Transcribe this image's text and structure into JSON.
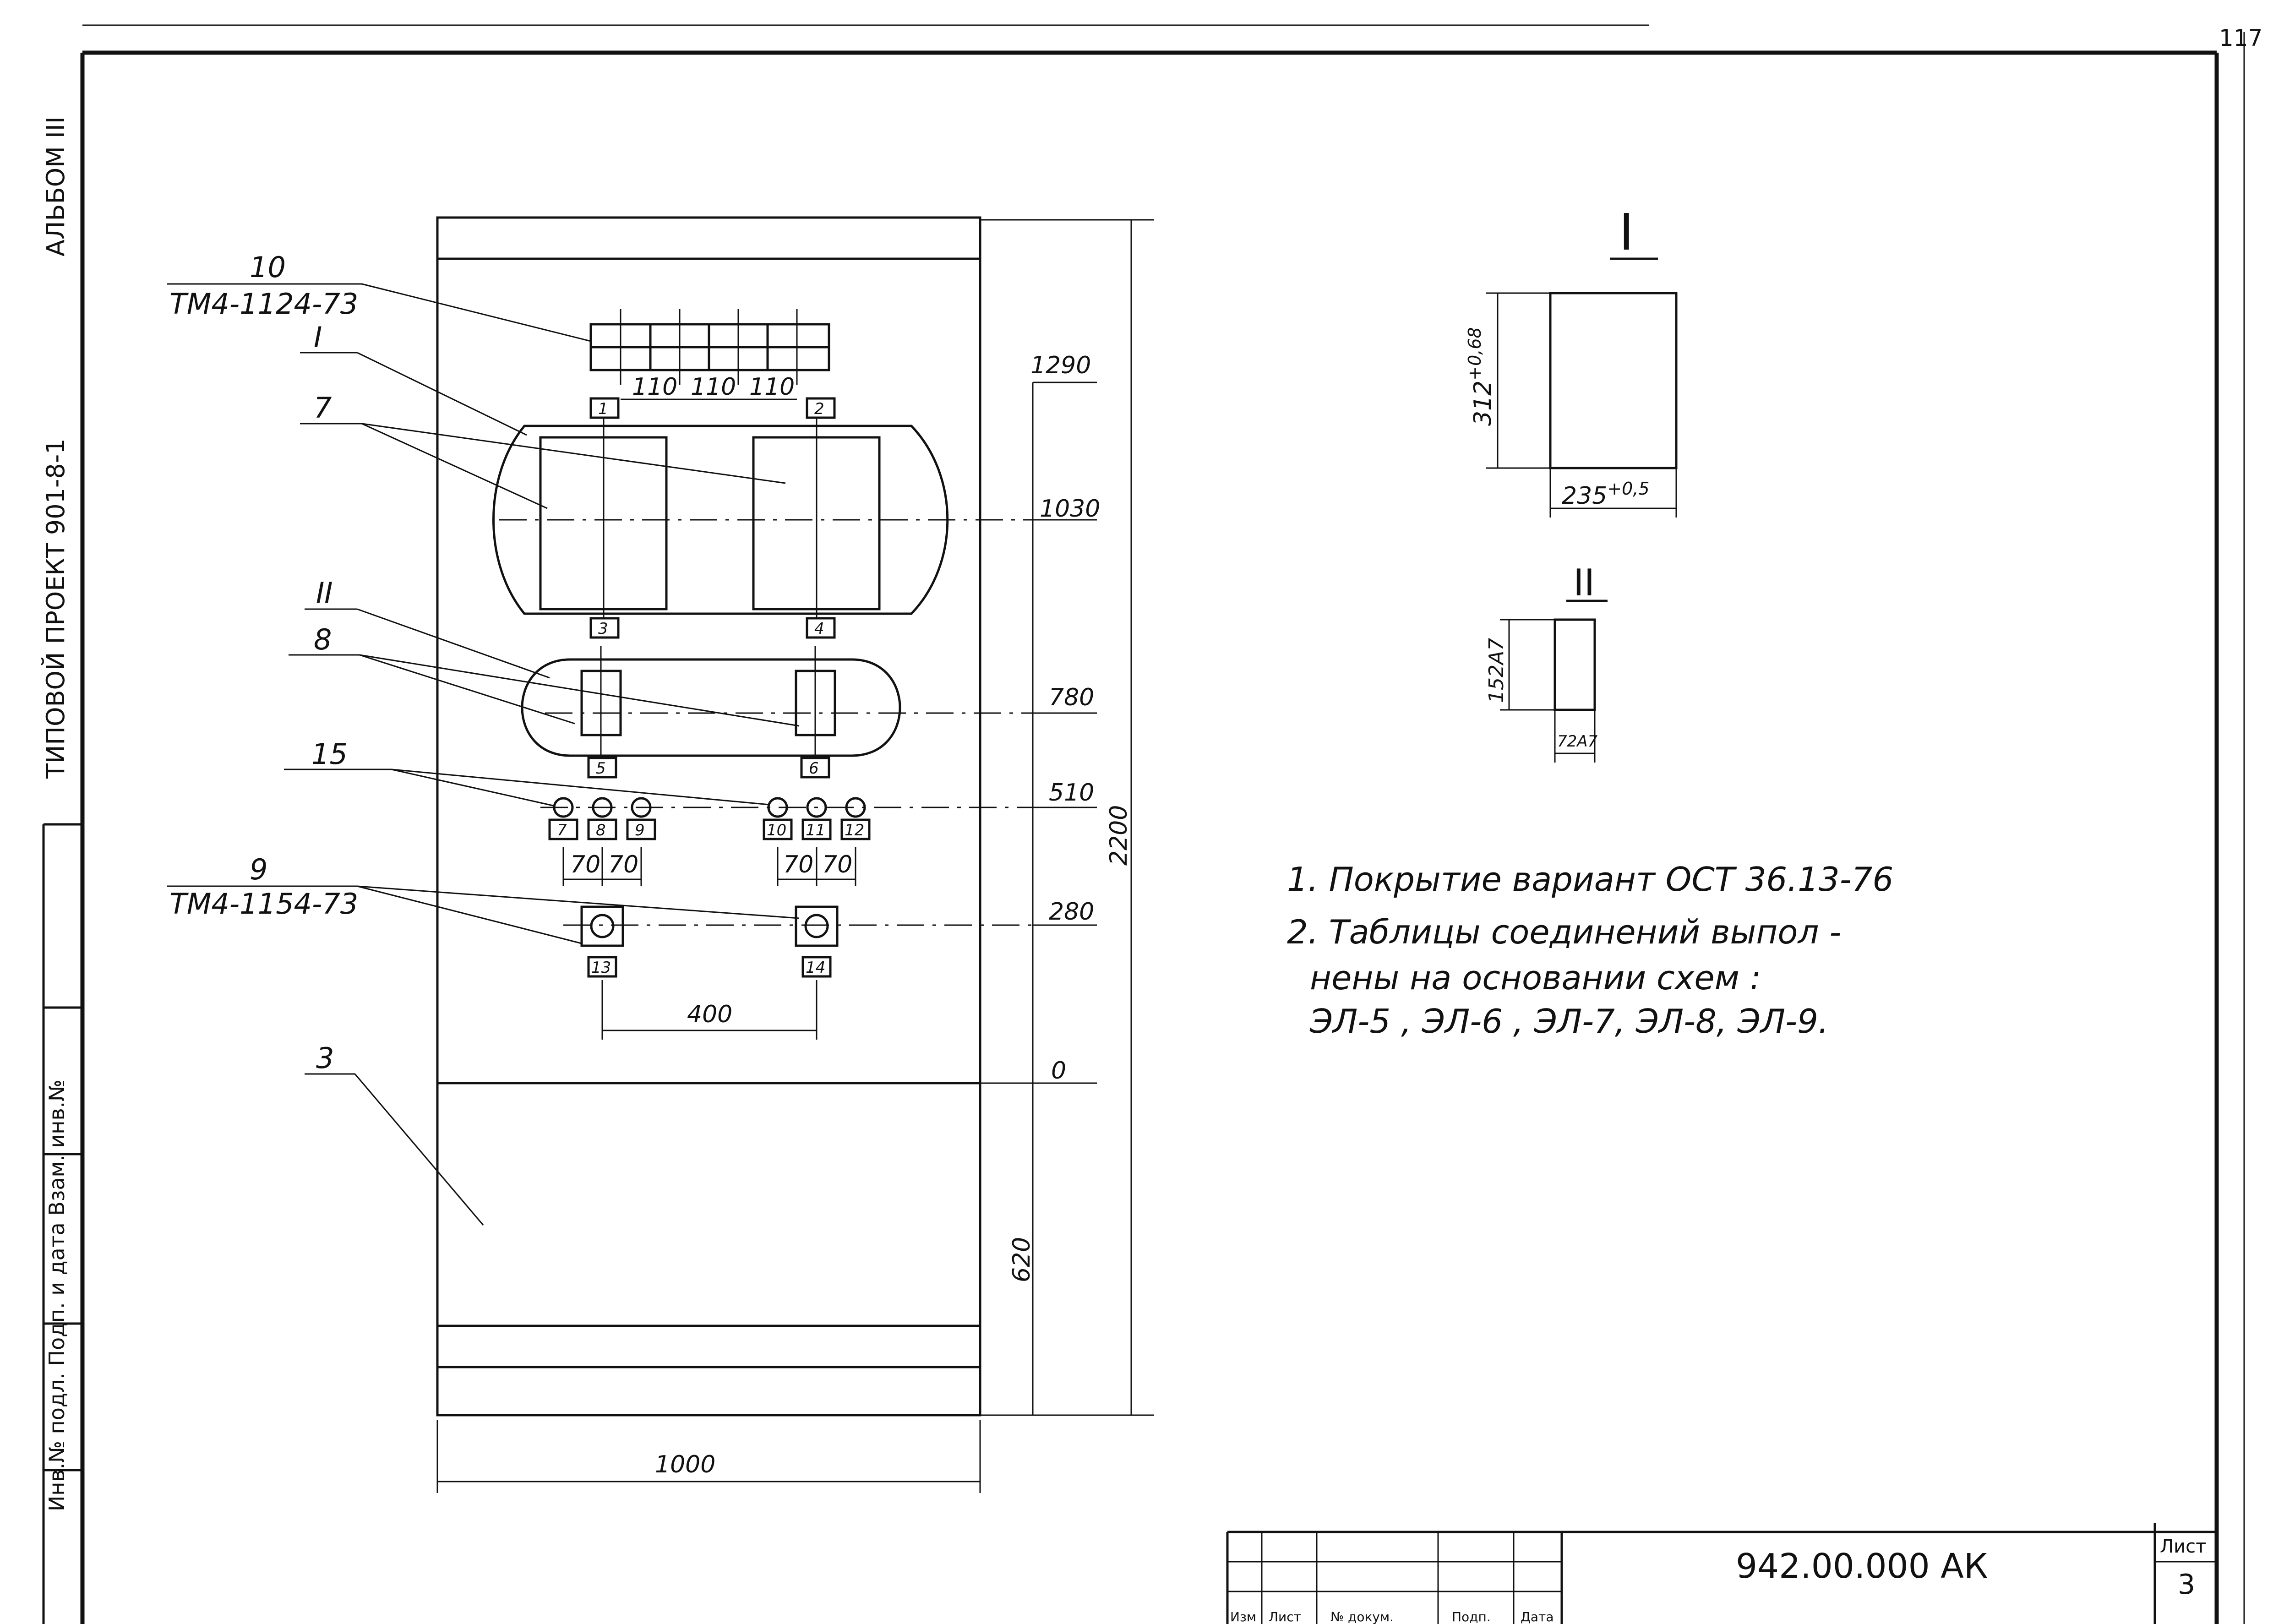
{
  "side_strip": {
    "album": "АЛЬБОМ III",
    "project": "ТИПОВОЙ ПРОЕКТ 901-8-1",
    "inventory": "Инв.№ подл. Подп. и дата Взам. инв.№"
  },
  "callouts": {
    "c10": "10",
    "c10_ref": "ТМ4-1124-73",
    "cI": "I",
    "c7": "7",
    "cII": "II",
    "c8": "8",
    "c15": "15",
    "c9": "9",
    "c9_ref": "ТМ4-1154-73",
    "c3": "3"
  },
  "tags": [
    "1",
    "2",
    "3",
    "4",
    "5",
    "6",
    "7",
    "8",
    "9",
    "10",
    "11",
    "12",
    "13",
    "14"
  ],
  "dimensions": {
    "h1290": "1290",
    "h1030": "1030",
    "h780": "780",
    "h510": "510",
    "h280": "280",
    "h0": "0",
    "h620": "620",
    "h2200": "2200",
    "w1000": "1000",
    "w400": "400",
    "d110": [
      "110",
      "110",
      "110"
    ],
    "d70": [
      "70",
      "70",
      "70",
      "70"
    ]
  },
  "detail_I": {
    "title": "I",
    "height": "312",
    "height_tol": "+0,68",
    "width": "235",
    "width_tol": "+0,5"
  },
  "detail_II": {
    "title": "II",
    "height": "152А7",
    "width": "72А7"
  },
  "notes": {
    "n1": "1. Покрытие  вариант  ОСТ 36.13-76",
    "n2a": "2. Таблицы  соединений  выпол -",
    "n2b": "нены  на  основании  схем :",
    "n2c": "ЭЛ-5 , ЭЛ-6 ,  ЭЛ-7,  ЭЛ-8,  ЭЛ-9."
  },
  "title_block": {
    "designation": "942.00.000  АК",
    "sheet_label": "Лист",
    "sheet_number": "3",
    "col_izm": "Изм",
    "col_list": "Лист",
    "col_doc": "№ докум.",
    "col_sign": "Подп.",
    "col_date": "Дата"
  },
  "corner_mark": "117"
}
